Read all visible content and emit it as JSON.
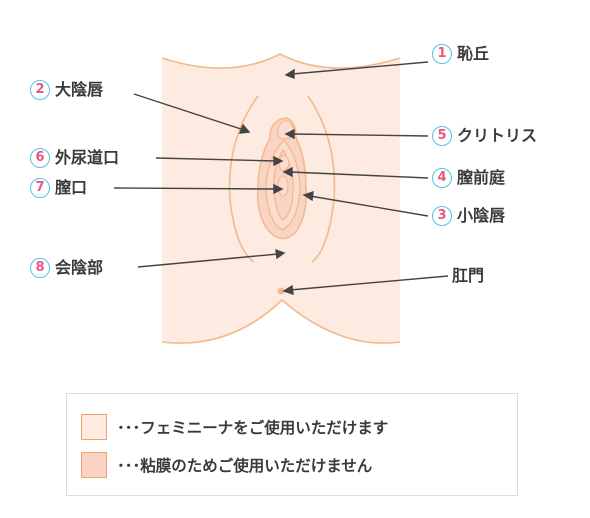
{
  "colors": {
    "skin": "#fdebe2",
    "mucosa": "#f9d3c4",
    "outline": "#f3b98a",
    "leader": "#444444",
    "number_text": "#e8587e",
    "number_ring": "#54c2e6"
  },
  "labels": [
    {
      "num": "1",
      "text": "恥丘"
    },
    {
      "num": "2",
      "text": "大陰唇"
    },
    {
      "num": "5",
      "text": "クリトリス"
    },
    {
      "num": "6",
      "text": "外尿道口"
    },
    {
      "num": "4",
      "text": "膣前庭"
    },
    {
      "num": "7",
      "text": "膣口"
    },
    {
      "num": "3",
      "text": "小陰唇"
    },
    {
      "num": "8",
      "text": "会陰部"
    },
    {
      "num": "",
      "text": "肛門"
    }
  ],
  "legend": {
    "row1": "･･･フェミニーナをご使用いただけます",
    "row2": "･･･粘膜のためご使用いただけません"
  }
}
